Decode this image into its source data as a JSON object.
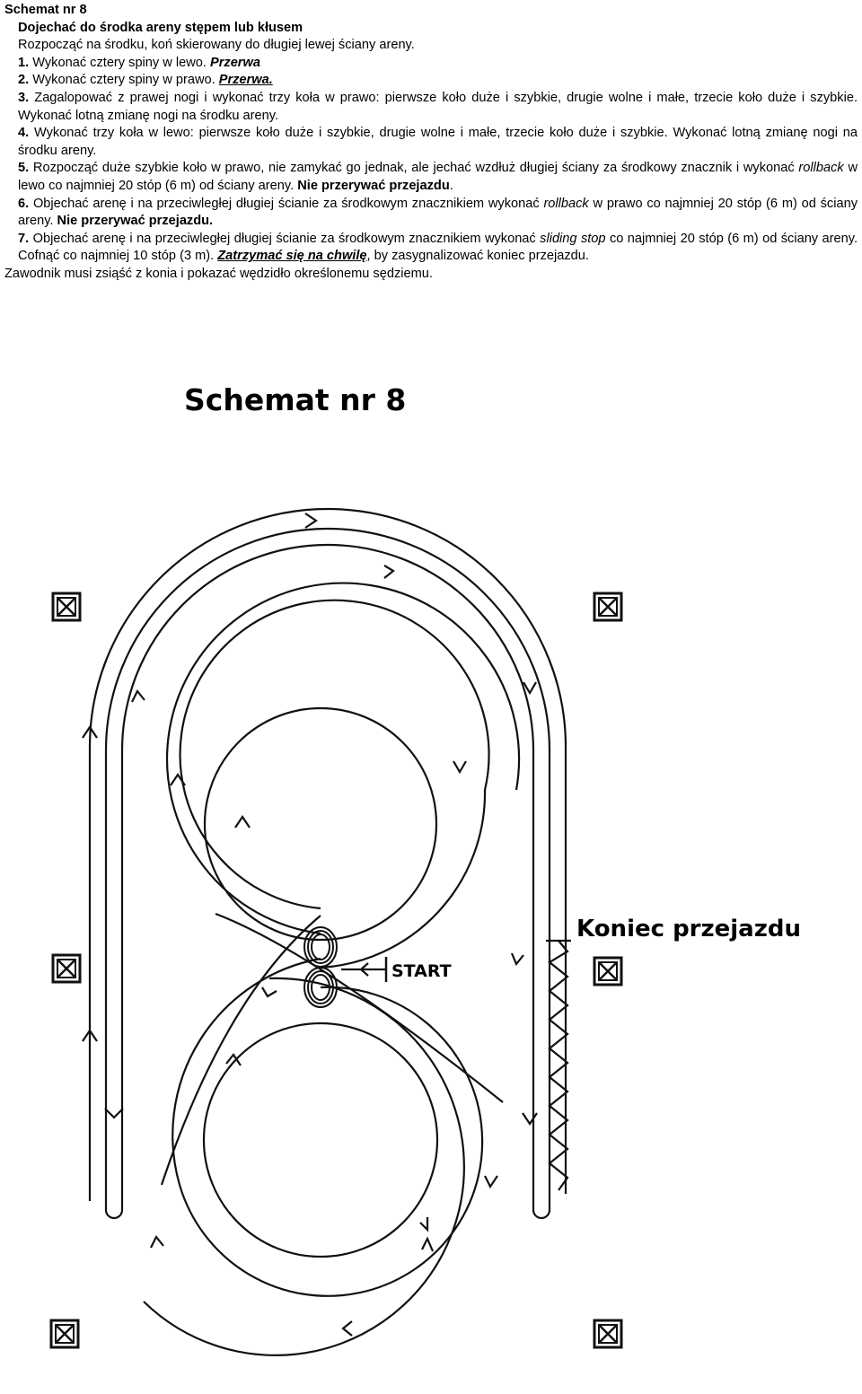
{
  "document": {
    "title": "Schemat nr 8",
    "subtitle": "Dojechać do środka areny stępem lub kłusem",
    "intro": "Rozpocząć na środku, koń skierowany do długiej lewej ściany areny.",
    "step1": {
      "num": "1.",
      "text": " Wykonać cztery spiny w lewo. ",
      "pause": "Przerwa"
    },
    "step2": {
      "num": "2.",
      "text": " Wykonać cztery spiny w prawo. ",
      "pause": "Przerwa."
    },
    "step3": {
      "num": "3.",
      "text": " Zagalopować z prawej nogi i wykonać trzy koła w prawo: pierwsze koło duże i szybkie, drugie wolne i małe, trzecie koło duże i szybkie. Wykonać lotną zmianę nogi na środku areny."
    },
    "step4": {
      "num": "4.",
      "text": " Wykonać trzy koła w lewo: pierwsze koło duże i szybkie, drugie wolne i małe, trzecie koło duże i szybkie. Wykonać lotną zmianę nogi na środku areny."
    },
    "step5": {
      "num": "5.",
      "text_a": " Rozpocząć duże szybkie koło w prawo, nie zamykać go jednak, ale jechać wzdłuż długiej ściany za środkowy znacznik i wykonać ",
      "term": "rollback",
      "text_b": " w lewo co najmniej 20 stóp (6 m) od ściany areny. ",
      "bold": "Nie przerywać przejazdu",
      "end": "."
    },
    "step6": {
      "num": "6.",
      "text_a": " Objechać arenę i na przeciwległej długiej ścianie za środkowym znacznikiem wykonać ",
      "term": "rollback",
      "text_b": " w prawo co najmniej 20 stóp (6 m) od ściany areny. ",
      "bold": "Nie przerywać przejazdu."
    },
    "step7": {
      "num": "7.",
      "text_a": " Objechać arenę i na przeciwległej długiej ścianie za środkowym znacznikiem wykonać ",
      "term": "sliding stop",
      "text_b": " co najmniej 20 stóp (6 m) od ściany areny. Cofnąć co najmniej 10 stóp (3 m). ",
      "emph": "Zatrzymać się na chwilę",
      "text_c": ", by zasygnalizować koniec przejazdu."
    },
    "outro": "Zawodnik musi zsiąść z konia i pokazać wędzidło określonemu sędziemu."
  },
  "diagram": {
    "title": "Schemat nr 8",
    "start_label": "START",
    "end_label": "Koniec przejazdu",
    "line_color": "#111111",
    "marker_icon": "x-box-icon"
  }
}
